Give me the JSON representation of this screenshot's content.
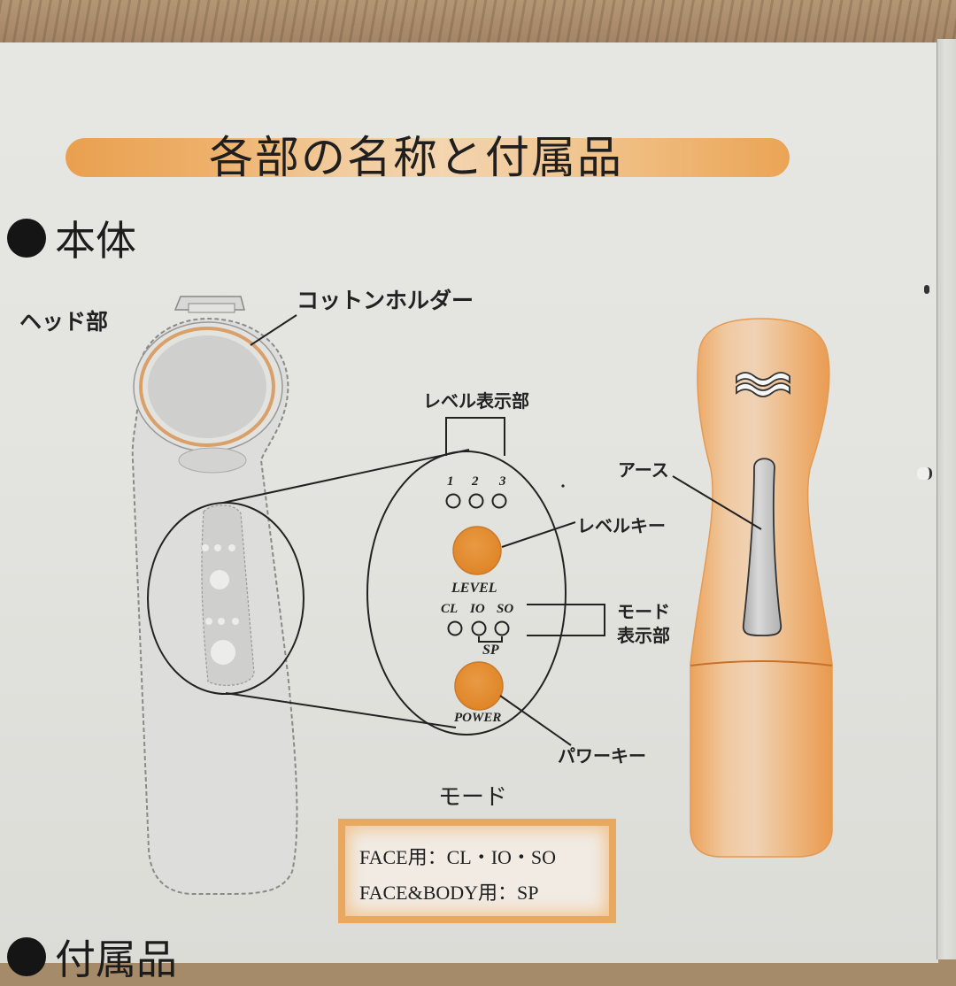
{
  "document": {
    "title": "各部の名称と付属品",
    "sections": [
      {
        "label": "本体"
      },
      {
        "label": "付属品"
      }
    ]
  },
  "device_labels": {
    "head": "ヘッド部",
    "cotton_holder": "コットンホルダー",
    "level_display": "レベル表示部",
    "level_key": "レベルキー",
    "mode_display_line1": "モード",
    "mode_display_line2": "表示部",
    "power_key": "パワーキー",
    "earth": "アース"
  },
  "panel": {
    "level_numbers": [
      "1",
      "2",
      "3"
    ],
    "level_button_label": "LEVEL",
    "mode_codes": [
      "CL",
      "IO",
      "SO"
    ],
    "sp_label": "SP",
    "power_button_label": "POWER"
  },
  "mode_legend": {
    "heading": "モード",
    "lines": [
      "FACE用：CL・IO・SO",
      "FACE&BODY用：SP"
    ]
  },
  "colors": {
    "accent_orange": "#e8953a",
    "button_orange": "#e38a2c",
    "text": "#1f1f1f",
    "paper": "#e4e4e0"
  }
}
